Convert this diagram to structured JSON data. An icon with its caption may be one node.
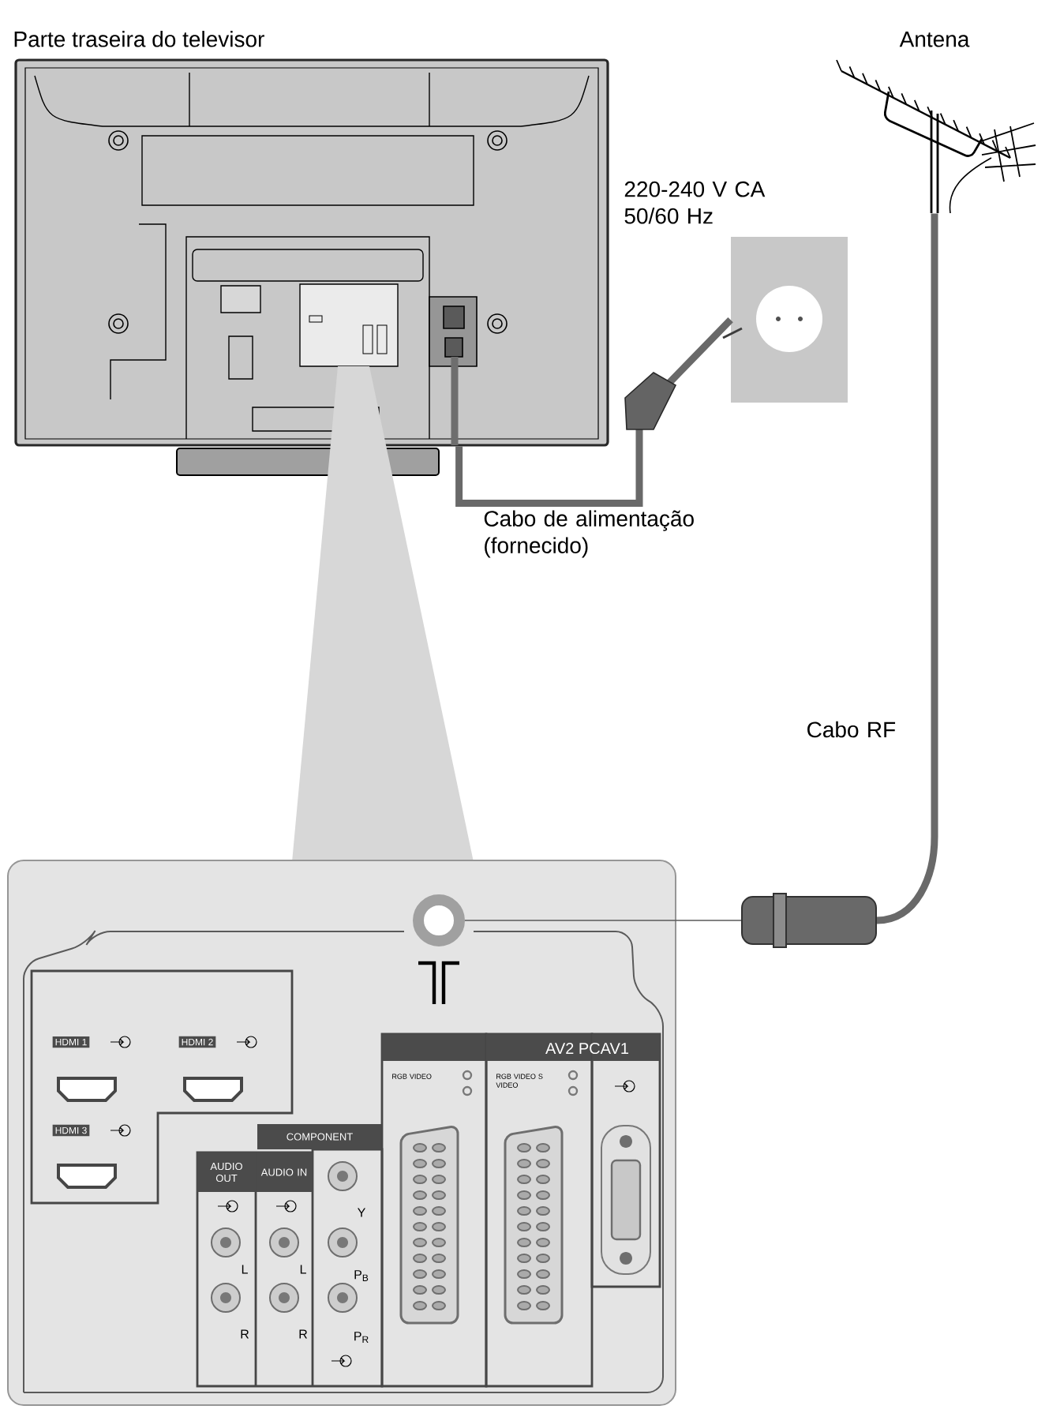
{
  "diagram": {
    "nodes": [
      {
        "text": [
          "Parte traseira do televisor"
        ]
      },
      {
        "text": [
          "220-240 V CA 50/60 Hz"
        ]
      },
      {
        "text": [
          "Antena"
        ]
      },
      {
        "text": [],
        "shape": "box"
      },
      {
        "text": [],
        "shape": "circle",
        "in": 3
      },
      {
        "text": [
          "HDMI 1",
          "HDMI 2",
          "HDMI 3"
        ],
        "in": 3
      },
      {
        "text": [
          "COMPONENT",
          "AUDIO OUT",
          "AUDIO IN",
          "L",
          "R",
          "L",
          "R",
          "Y",
          "P$_{B}$",
          "P$_{R}$"
        ],
        "in": 3
      },
      {
        "text": [
          "RGB VIDEO"
        ],
        "in": 3
      },
      {
        "text": [
          "RGB VIDEO S VIDEO"
        ],
        "in": 3
      },
      {
        "text": [],
        "shape": "box",
        "in": 3
      },
      {
        "text": [],
        "shape": "cylinder"
      }
    ],
    "edges": [
      {
        "from": 0,
        "to": 1,
        "arrow": "none",
        "label": "Cabo de alimentação (fornecido)"
      },
      {
        "from": 4,
        "to": 10,
        "arrow": "none"
      },
      {
        "from": 10,
        "to": 2,
        "arrow": "none",
        "label": "Cabo RF"
      }
    ],
    "labels": [
      "AV2 PCAV1"
    ]
  }
}
